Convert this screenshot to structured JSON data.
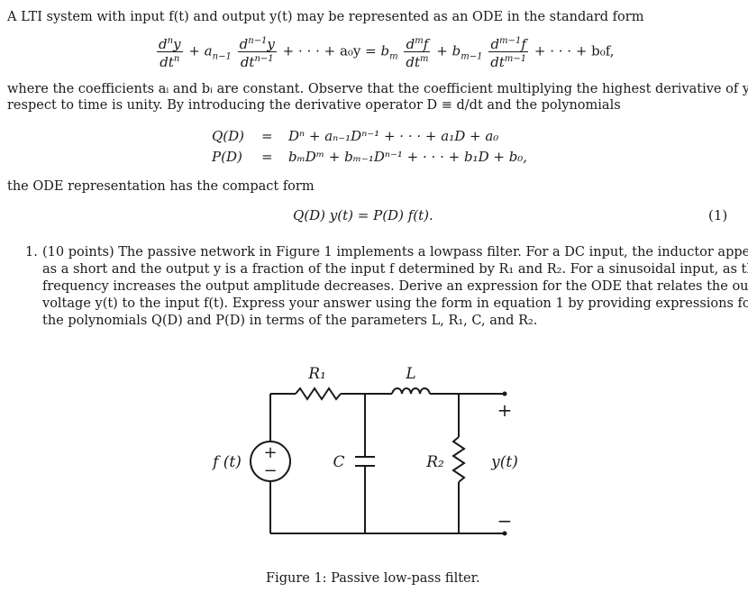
{
  "intro": {
    "line1": "A LTI system with input f(t) and output y(t) may be represented as an ODE in the standard form",
    "line2": "where the coefficients aᵢ and bᵢ are constant. Observe that the coefficient multiplying the highest derivative of y with",
    "line3": "respect to time is unity. By introducing the derivative operator D ≡ d/dt and the polynomials",
    "line4": "the ODE representation has the compact form"
  },
  "equations": {
    "ode_tail_lhs": "+ · · · + a₀y =",
    "ode_tail_rhs": "+ · · · + b₀f,",
    "q_lhs": "Q(D)",
    "q_rhs": "Dⁿ + aₙ₋₁Dⁿ⁻¹ + · · · + a₁D + a₀",
    "p_lhs": "P(D)",
    "p_rhs": "bₘDᵐ + bₘ₋₁Dⁿ⁻¹ + · · · + b₁D + b₀,",
    "eq_sign": "=",
    "compact": "Q(D) y(t) = P(D) f(t).",
    "compact_number": "(1)"
  },
  "problem": {
    "number": "1.",
    "line1": "(10 points) The passive network in Figure 1 implements a lowpass filter. For a DC input, the inductor appears",
    "line2": "as a short and the output y is a fraction of the input f determined by R₁ and R₂. For a sinusoidal input, as the",
    "line3": "frequency increases the output amplitude decreases. Derive an expression for the ODE that relates the output",
    "line4": "voltage y(t) to the input f(t). Express your answer using the form in equation 1 by providing expressions for",
    "line5": "the polynomials Q(D) and P(D) in terms of the parameters L, R₁, C, and R₂."
  },
  "circuit": {
    "label_r1": "R₁",
    "label_l": "L",
    "label_c": "C",
    "label_r2": "R₂",
    "label_source": "f (t)",
    "label_output": "y(t)",
    "plus_output": "+",
    "minus_output": "−",
    "source_plus": "+",
    "source_minus": "−"
  },
  "figure": {
    "caption": "Figure 1: Passive low-pass filter."
  }
}
